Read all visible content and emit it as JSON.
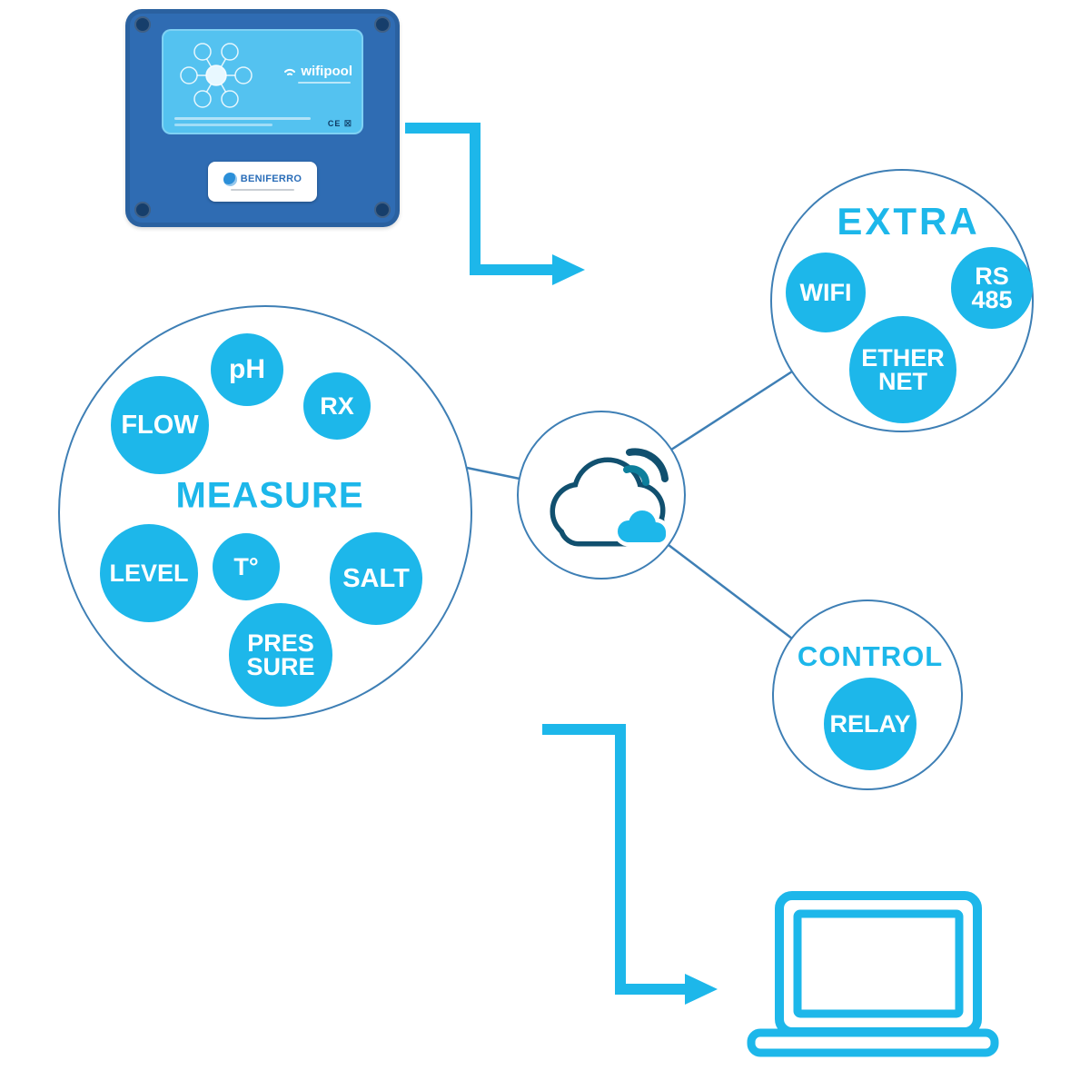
{
  "colors": {
    "accent_cyan": "#1db7ea",
    "outline_blue": "#3e7fb5",
    "cloud_navy": "#11506f",
    "cloud_teal": "#0d7f9c",
    "device_body": "#2f6cb3",
    "device_panel": "#54c2f0",
    "badge_text_blue": "#2a6db8"
  },
  "device": {
    "brand": "wifipool",
    "badge": "BENIFERRO",
    "ce_mark": "CE ☒"
  },
  "measure": {
    "title": "MEASURE",
    "ph": "pH",
    "rx": "RX",
    "flow": "FLOW",
    "level": "LEVEL",
    "temperature": "T°",
    "salt": "SALT",
    "pressure": "PRES\nSURE"
  },
  "extra": {
    "title": "EXTRA",
    "wifi": "WIFI",
    "rs485": "RS\n485",
    "ethernet": "ETHER\nNET"
  },
  "control": {
    "title": "CONTROL",
    "relay": "RELAY"
  }
}
